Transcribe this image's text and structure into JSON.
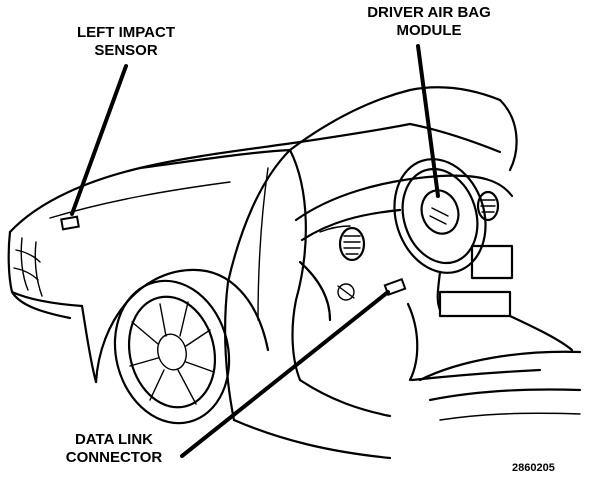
{
  "labels": {
    "left_impact_sensor": [
      "LEFT IMPACT",
      "SENSOR"
    ],
    "driver_air_bag_module": [
      "DRIVER AIR BAG",
      "MODULE"
    ],
    "data_link_connector": [
      "DATA LINK",
      "CONNECTOR"
    ]
  },
  "figure_id": "2860205"
}
